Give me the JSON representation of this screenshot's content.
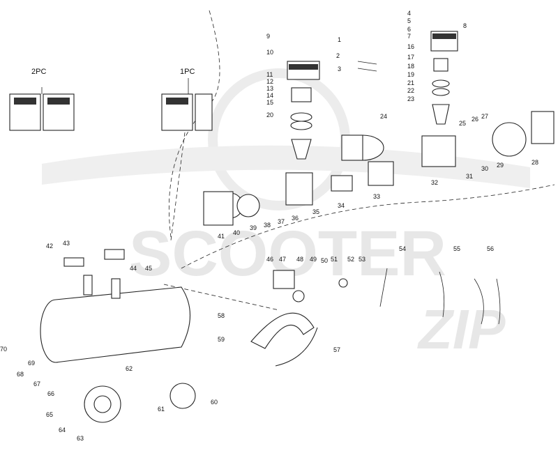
{
  "watermark": {
    "text": "SCOOTER",
    "sub": "ZIP"
  },
  "legend": {
    "two_pc": "2PC",
    "one_pc": "1PC"
  },
  "parts": [
    "1",
    "2",
    "3",
    "4",
    "5",
    "6",
    "7",
    "8",
    "9",
    "10",
    "11",
    "12",
    "13",
    "14",
    "15",
    "16",
    "17",
    "18",
    "19",
    "20",
    "21",
    "22",
    "23",
    "24",
    "25",
    "26",
    "27",
    "28",
    "29",
    "30",
    "31",
    "32",
    "33",
    "34",
    "35",
    "36",
    "37",
    "38",
    "39",
    "40",
    "41",
    "42",
    "43",
    "44",
    "45",
    "46",
    "47",
    "48",
    "49",
    "50",
    "51",
    "52",
    "53",
    "54",
    "55",
    "56",
    "57",
    "58",
    "59",
    "60",
    "61",
    "62",
    "63",
    "64",
    "65",
    "66",
    "67",
    "68",
    "69",
    "70"
  ]
}
